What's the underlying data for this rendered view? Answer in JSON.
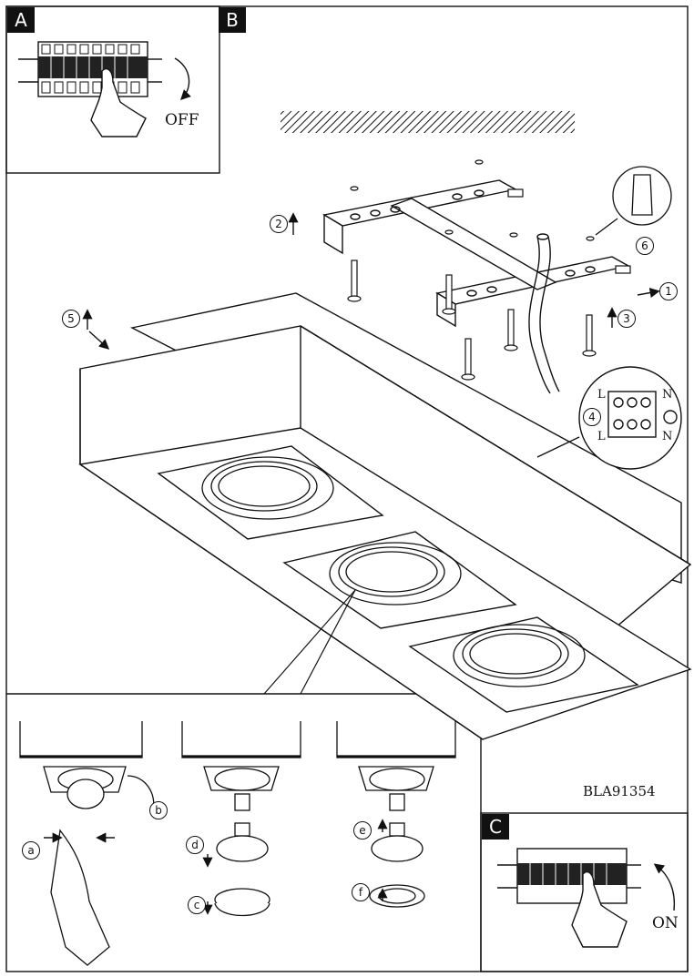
{
  "panels": {
    "a": {
      "tag": "A",
      "state": "OFF"
    },
    "b": {
      "tag": "B"
    },
    "c": {
      "tag": "C",
      "state": "ON"
    }
  },
  "steps": [
    "1",
    "2",
    "3",
    "4",
    "5",
    "6"
  ],
  "wiring": {
    "live": "L",
    "neutral": "N"
  },
  "substeps": [
    "a",
    "b",
    "c",
    "d",
    "e",
    "f"
  ],
  "product_code": "BLA91354"
}
